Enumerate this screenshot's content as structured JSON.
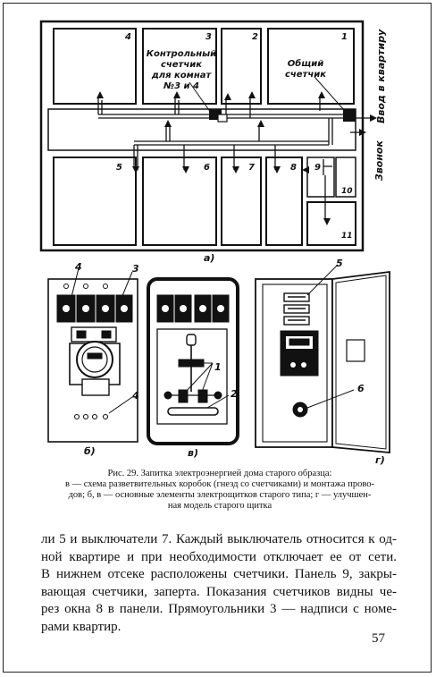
{
  "figure": {
    "panel_a": {
      "room_numbers": [
        "4",
        "3",
        "2",
        "1",
        "5",
        "6",
        "7",
        "8",
        "9",
        "10",
        "11"
      ],
      "label_control_meter": [
        "Контрольный",
        "счетчик",
        "для комнат",
        "№3 и 4"
      ],
      "label_common_meter": [
        "Общий",
        "счетчик"
      ],
      "label_entry": "Ввод в квартиру",
      "label_bell": "Звонок",
      "letter": "а)"
    },
    "panel_b": {
      "callout_top": "4",
      "callout_right": "3",
      "callout_bottom": "4",
      "letter": "б)"
    },
    "panel_v": {
      "callout_1": "1",
      "callout_2": "2",
      "letter": "в)"
    },
    "panel_g": {
      "callout_5": "5",
      "callout_6": "6",
      "letter": "г)"
    }
  },
  "caption": {
    "line1": "Рис. 29. Запитка электроэнергией дома старого образца:",
    "line2": "в — схема разветвительных коробок (гнезд со счетчиками) и монтажа прово-",
    "line3": "дов; б, в — основные элементы электрощитков старого типа; г — улучшен-",
    "line4": "ная модель старого щитка"
  },
  "body": {
    "lines": [
      "ли 5 и выключатели 7. Каждый выключатель относится к од-",
      "ной квартире и при необходимости отключает ее от сети.",
      "В нижнем отсеке расположены счетчики. Панель 9, закры-",
      "вающая счетчики, заперта. Показания счетчиков видны че-",
      "рез окна 8 в панели. Прямоугольники 3 — надписи с номе-",
      "рами квартир."
    ]
  },
  "page_number": "57"
}
